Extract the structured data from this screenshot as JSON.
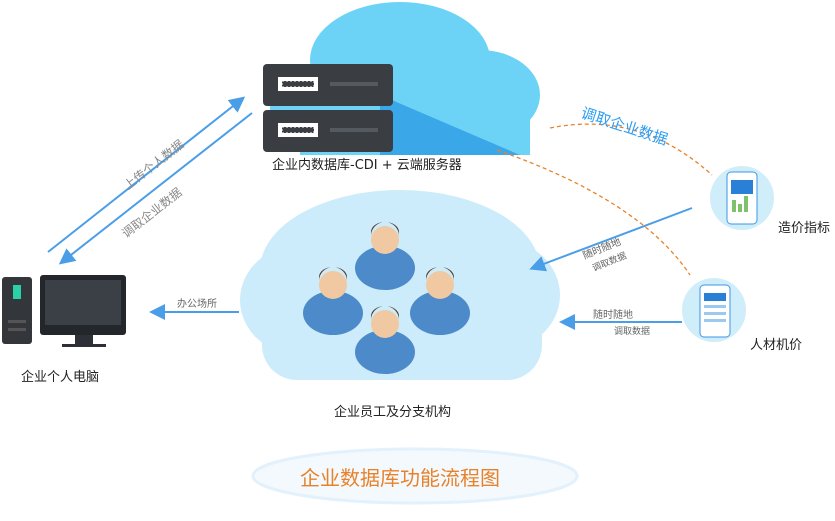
{
  "title": "企业数据库功能流程图",
  "nodes": {
    "server": "企业内数据库-CDI + 云端服务器",
    "employees": "企业员工及分支机构",
    "pc": "企业个人电脑",
    "cost": "造价指标",
    "material": "人材机价"
  },
  "edges": {
    "upload": "上传个人数据",
    "fetch_left": "调取企业数据",
    "fetch_right": "调取企业数据",
    "office": "办公场所",
    "anytime_1": "随时随地",
    "anytime_1_sub": "调取数据",
    "anytime_2": "随时随地",
    "anytime_2_sub": "调取数据"
  },
  "colors": {
    "accent_orange": "#e8822a",
    "accent_blue": "#2a9df4",
    "cloud_light": "#ccecfb",
    "cloud_sky": "#6cd3f7"
  }
}
